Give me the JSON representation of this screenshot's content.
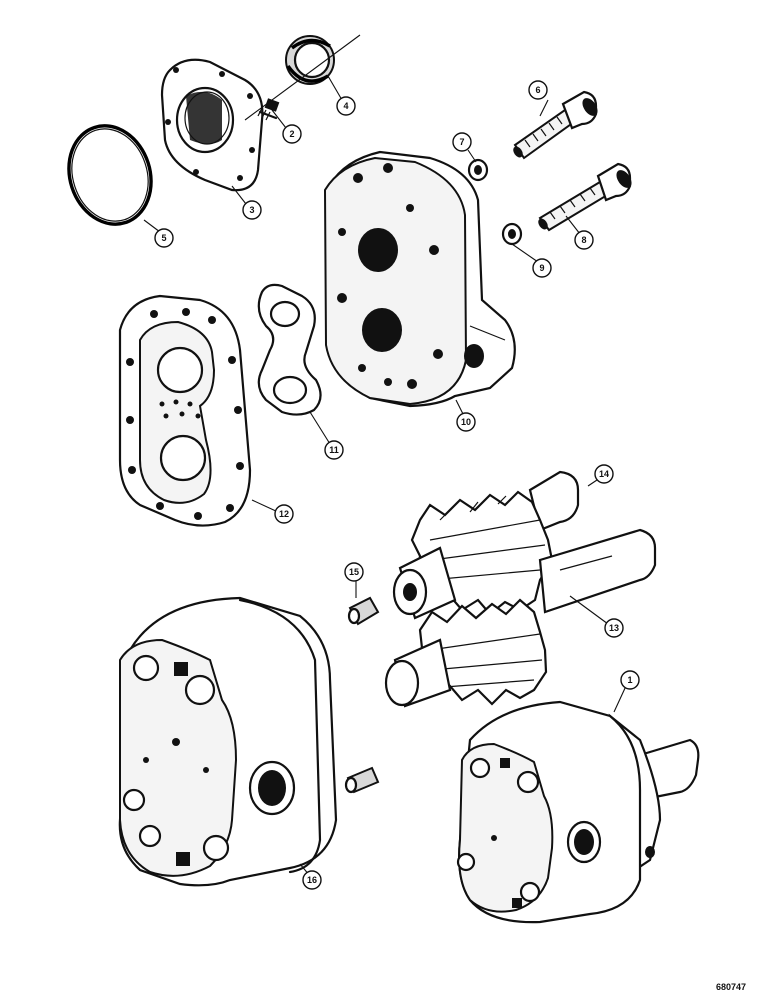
{
  "callouts": {
    "c1": "1",
    "c2": "2",
    "c3": "3",
    "c4": "4",
    "c5": "5",
    "c6": "6",
    "c7": "7",
    "c8": "8",
    "c9": "9",
    "c10": "10",
    "c11": "11",
    "c12": "12",
    "c13": "13",
    "c14": "14",
    "c15": "15",
    "c16": "16"
  },
  "reference_number": "680747"
}
